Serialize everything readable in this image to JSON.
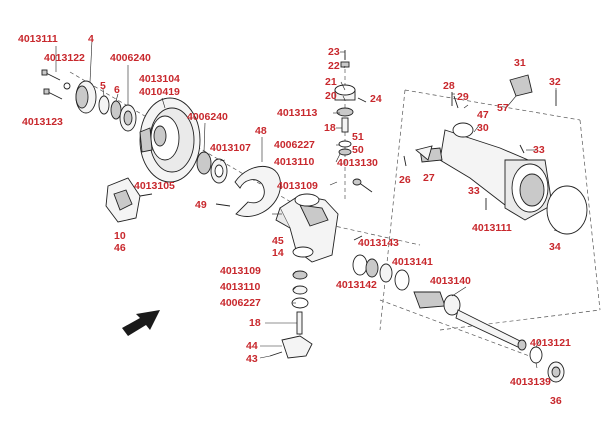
{
  "colors": {
    "label": "#c8282d",
    "line": "#222222",
    "part_fill": "#f4f4f4",
    "part_shade": "#c9c9c9",
    "dash": "#555555"
  },
  "icons": {
    "direction_arrow": "front-direction-arrow-icon"
  },
  "labels": {
    "l4013111a": "4013111",
    "l4": "4",
    "l4013122": "4013122",
    "l4006240a": "4006240",
    "l5": "5",
    "l6": "6",
    "l4013104": "4013104",
    "l4010419": "4010419",
    "l4013123": "4013123",
    "l4006240b": "4006240",
    "l4013107": "4013107",
    "l48": "48",
    "l4013105": "4013105",
    "l49": "49",
    "l10": "10",
    "l46": "46",
    "l23": "23",
    "l22": "22",
    "l21": "21",
    "l20": "20",
    "l24": "24",
    "l4013113": "4013113",
    "l18a": "18",
    "l51": "51",
    "l50": "50",
    "l4006227a": "4006227",
    "l4013110a": "4013110",
    "l4013130": "4013130",
    "l4013109a": "4013109",
    "l45": "45",
    "l14": "14",
    "l4013143": "4013143",
    "l4013141": "4013141",
    "l4013142": "4013142",
    "l4013109b": "4013109",
    "l4013110b": "4013110",
    "l4006227b": "4006227",
    "l18b": "18",
    "l44": "44",
    "l43": "43",
    "l4013140": "4013140",
    "l4013121": "4013121",
    "l4013139": "4013139",
    "l36": "36",
    "l31": "31",
    "l32": "32",
    "l28": "28",
    "l29": "29",
    "l57": "57",
    "l47": "47",
    "l30": "30",
    "l33a": "33",
    "l26": "26",
    "l27": "27",
    "l33b": "33",
    "l4013111b": "4013111",
    "l34": "34"
  }
}
